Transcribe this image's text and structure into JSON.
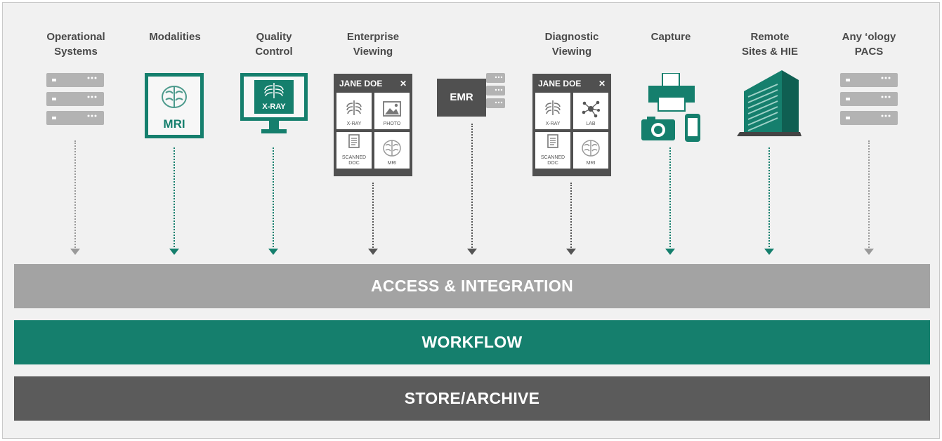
{
  "columns": [
    {
      "id": "operational-systems",
      "label_lines": [
        "Operational",
        "Systems"
      ],
      "arrow_color": "#9a9a9a"
    },
    {
      "id": "modalities",
      "label_lines": [
        "Modalities"
      ],
      "arrow_color": "#157f6d"
    },
    {
      "id": "quality-control",
      "label_lines": [
        "Quality",
        "Control"
      ],
      "arrow_color": "#157f6d"
    },
    {
      "id": "enterprise-viewing",
      "label_lines": [
        "Enterprise",
        "Viewing"
      ],
      "arrow_color": "#555555"
    },
    {
      "id": "emr",
      "label_lines": [],
      "arrow_color": "#555555"
    },
    {
      "id": "diagnostic-viewing",
      "label_lines": [
        "Diagnostic",
        "Viewing"
      ],
      "arrow_color": "#555555"
    },
    {
      "id": "capture",
      "label_lines": [
        "Capture"
      ],
      "arrow_color": "#157f6d"
    },
    {
      "id": "remote-sites",
      "label_lines": [
        "Remote",
        "Sites & HIE"
      ],
      "arrow_color": "#157f6d"
    },
    {
      "id": "any-ology-pacs",
      "label_lines": [
        "Any ‘ology",
        "PACS"
      ],
      "arrow_color": "#9a9a9a"
    }
  ],
  "icons": {
    "mri_label": "MRI",
    "xray_label": "X-RAY",
    "emr_label": "EMR"
  },
  "enterprise_viewer": {
    "title": "JANE DOE",
    "close": "✕",
    "cells": [
      {
        "icon": "ribcage-icon",
        "label": "X-RAY"
      },
      {
        "icon": "photo-icon",
        "label": "PHOTO"
      },
      {
        "icon": "document-icon",
        "label": "SCANNED DOC"
      },
      {
        "icon": "brain-icon",
        "label": "MRI"
      }
    ]
  },
  "diagnostic_viewer": {
    "title": "JANE DOE",
    "close": "✕",
    "cells": [
      {
        "icon": "ribcage-icon",
        "label": "X-RAY"
      },
      {
        "icon": "lab-molecule-icon",
        "label": "LAB"
      },
      {
        "icon": "document-icon",
        "label": "SCANNED DOC"
      },
      {
        "icon": "brain-icon",
        "label": "MRI"
      }
    ]
  },
  "layers": {
    "access": {
      "label": "ACCESS & INTEGRATION",
      "color": "#a3a3a3"
    },
    "workflow": {
      "label": "WORKFLOW",
      "color": "#157f6d"
    },
    "store": {
      "label": "STORE/ARCHIVE",
      "color": "#5b5b5b"
    }
  },
  "colors": {
    "green": "#157f6d",
    "dark_gray": "#505050",
    "light_gray": "#b3b3b3"
  }
}
